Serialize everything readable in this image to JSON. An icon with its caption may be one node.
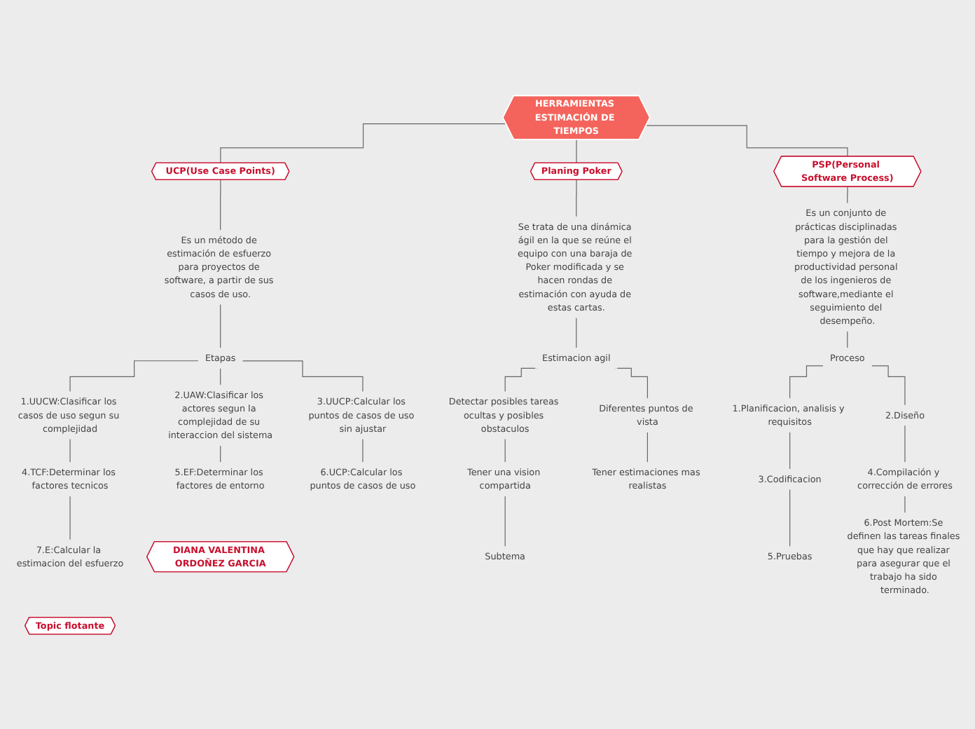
{
  "diagram": {
    "nodes": [
      {
        "text": [
          "HERRAMIENTAS ESTIMACIÓN DE TIEMPOS"
        ]
      },
      {
        "text": [
          "UCP(Use Case Points)"
        ]
      },
      {
        "text": [
          "Planing Poker"
        ]
      },
      {
        "text": [
          "PSP(Personal Software Process)"
        ]
      },
      {
        "text": [
          "Es un método de estimación de esfuerzo para proyectos de software, a partir de sus casos de uso."
        ]
      },
      {
        "text": [
          "Etapas"
        ]
      },
      {
        "text": [
          "1.UUCW:Clasificar los casos de uso segun su complejidad"
        ]
      },
      {
        "text": [
          "2.UAW:Clasificar los actores segun la complejidad de su interaccion del sistema"
        ]
      },
      {
        "text": [
          "3.UUCP:Calcular los puntos de casos de uso sin ajustar"
        ]
      },
      {
        "text": [
          "4.TCF:Determinar los factores tecnicos"
        ]
      },
      {
        "text": [
          "5.EF:Determinar los factores de entorno"
        ]
      },
      {
        "text": [
          "6.UCP:Calcular los puntos de casos de uso"
        ]
      },
      {
        "text": [
          "7.E:Calcular la estimacion del esfuerzo"
        ]
      },
      {
        "text": [
          "DIANA VALENTINA ORDOÑEZ GARCIA"
        ]
      },
      {
        "text": [
          "Se trata de una dinámica ágil en la que se reúne el equipo con una baraja de Poker modificada y se hacen rondas de estimación con ayuda de estas cartas."
        ]
      },
      {
        "text": [
          "Estimacion agil"
        ]
      },
      {
        "text": [
          "Detectar posibles tareas ocultas y posibles obstaculos"
        ]
      },
      {
        "text": [
          "Diferentes puntos de vista"
        ]
      },
      {
        "text": [
          "Tener una vision compartida"
        ]
      },
      {
        "text": [
          "Tener estimaciones mas realistas"
        ]
      },
      {
        "text": [
          "Subtema"
        ]
      },
      {
        "text": [
          "Es un conjunto de prácticas disciplinadas para la gestión del tiempo y mejora de la productividad personal de los ingenieros de software,mediante el seguimiento del desempeño."
        ]
      },
      {
        "text": [
          "Proceso"
        ]
      },
      {
        "text": [
          "1.Planificacion, analisis y requisitos"
        ]
      },
      {
        "text": [
          "2.Diseño"
        ]
      },
      {
        "text": [
          "3.Codificacion"
        ]
      },
      {
        "text": [
          "4.Compilación y corrección de errores"
        ]
      },
      {
        "text": [
          "5.Pruebas"
        ]
      },
      {
        "text": [
          "6.Post Mortem:Se definen las tareas finales que hay que realizar para asegurar que el trabajo ha sido terminado."
        ]
      },
      {
        "text": [
          "Topic flotante"
        ]
      }
    ],
    "edges": [
      {
        "from": 0,
        "to": 1,
        "arrow": "none"
      },
      {
        "from": 0,
        "to": 2,
        "arrow": "none"
      },
      {
        "from": 0,
        "to": 3,
        "arrow": "none"
      },
      {
        "from": 1,
        "to": 4,
        "arrow": "none"
      },
      {
        "from": 4,
        "to": 5,
        "arrow": "none"
      },
      {
        "from": 5,
        "to": 6,
        "arrow": "none"
      },
      {
        "from": 5,
        "to": 7,
        "arrow": "none"
      },
      {
        "from": 5,
        "to": 8,
        "arrow": "none"
      },
      {
        "from": 6,
        "to": 9,
        "arrow": "none"
      },
      {
        "from": 7,
        "to": 10,
        "arrow": "none"
      },
      {
        "from": 8,
        "to": 11,
        "arrow": "none"
      },
      {
        "from": 9,
        "to": 12,
        "arrow": "none"
      },
      {
        "from": 2,
        "to": 14,
        "arrow": "none"
      },
      {
        "from": 14,
        "to": 15,
        "arrow": "none"
      },
      {
        "from": 15,
        "to": 16,
        "arrow": "none"
      },
      {
        "from": 15,
        "to": 17,
        "arrow": "none"
      },
      {
        "from": 16,
        "to": 18,
        "arrow": "none"
      },
      {
        "from": 17,
        "to": 19,
        "arrow": "none"
      },
      {
        "from": 18,
        "to": 20,
        "arrow": "none"
      },
      {
        "from": 3,
        "to": 21,
        "arrow": "none"
      },
      {
        "from": 21,
        "to": 22,
        "arrow": "none"
      },
      {
        "from": 22,
        "to": 23,
        "arrow": "none"
      },
      {
        "from": 22,
        "to": 24,
        "arrow": "none"
      },
      {
        "from": 23,
        "to": 25,
        "arrow": "none"
      },
      {
        "from": 24,
        "to": 26,
        "arrow": "none"
      },
      {
        "from": 25,
        "to": 27,
        "arrow": "none"
      },
      {
        "from": 26,
        "to": 28,
        "arrow": "none"
      }
    ]
  }
}
